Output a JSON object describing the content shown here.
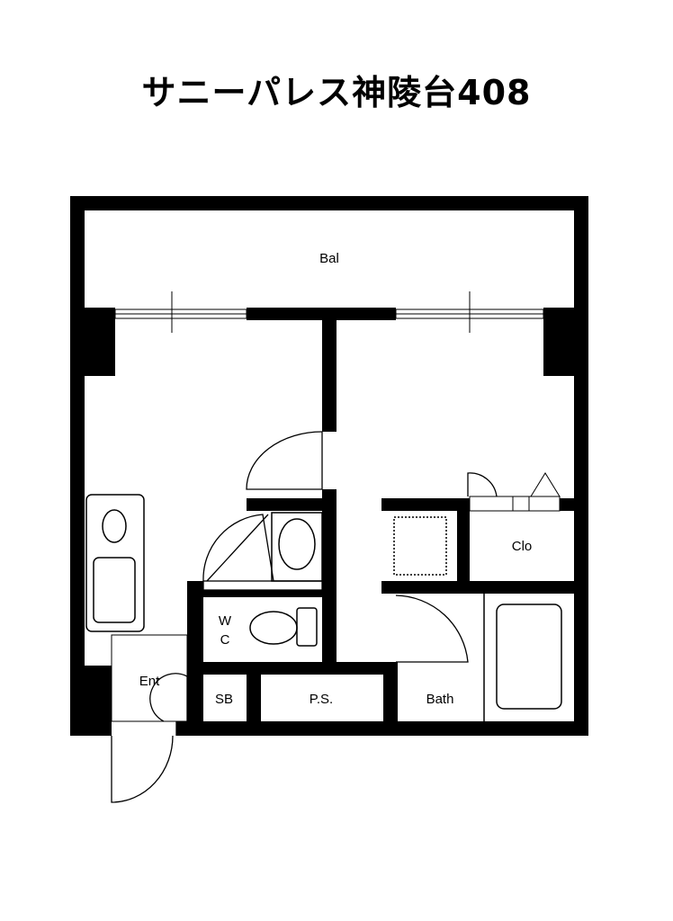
{
  "title": "サニーパレス神陵台408",
  "rooms": {
    "balcony": "Bal",
    "entrance": "Ent",
    "wc_line1": "W",
    "wc_line2": "C",
    "shoe_box": "SB",
    "pipe_space": "P.S.",
    "bath": "Bath",
    "closet": "Clo"
  }
}
